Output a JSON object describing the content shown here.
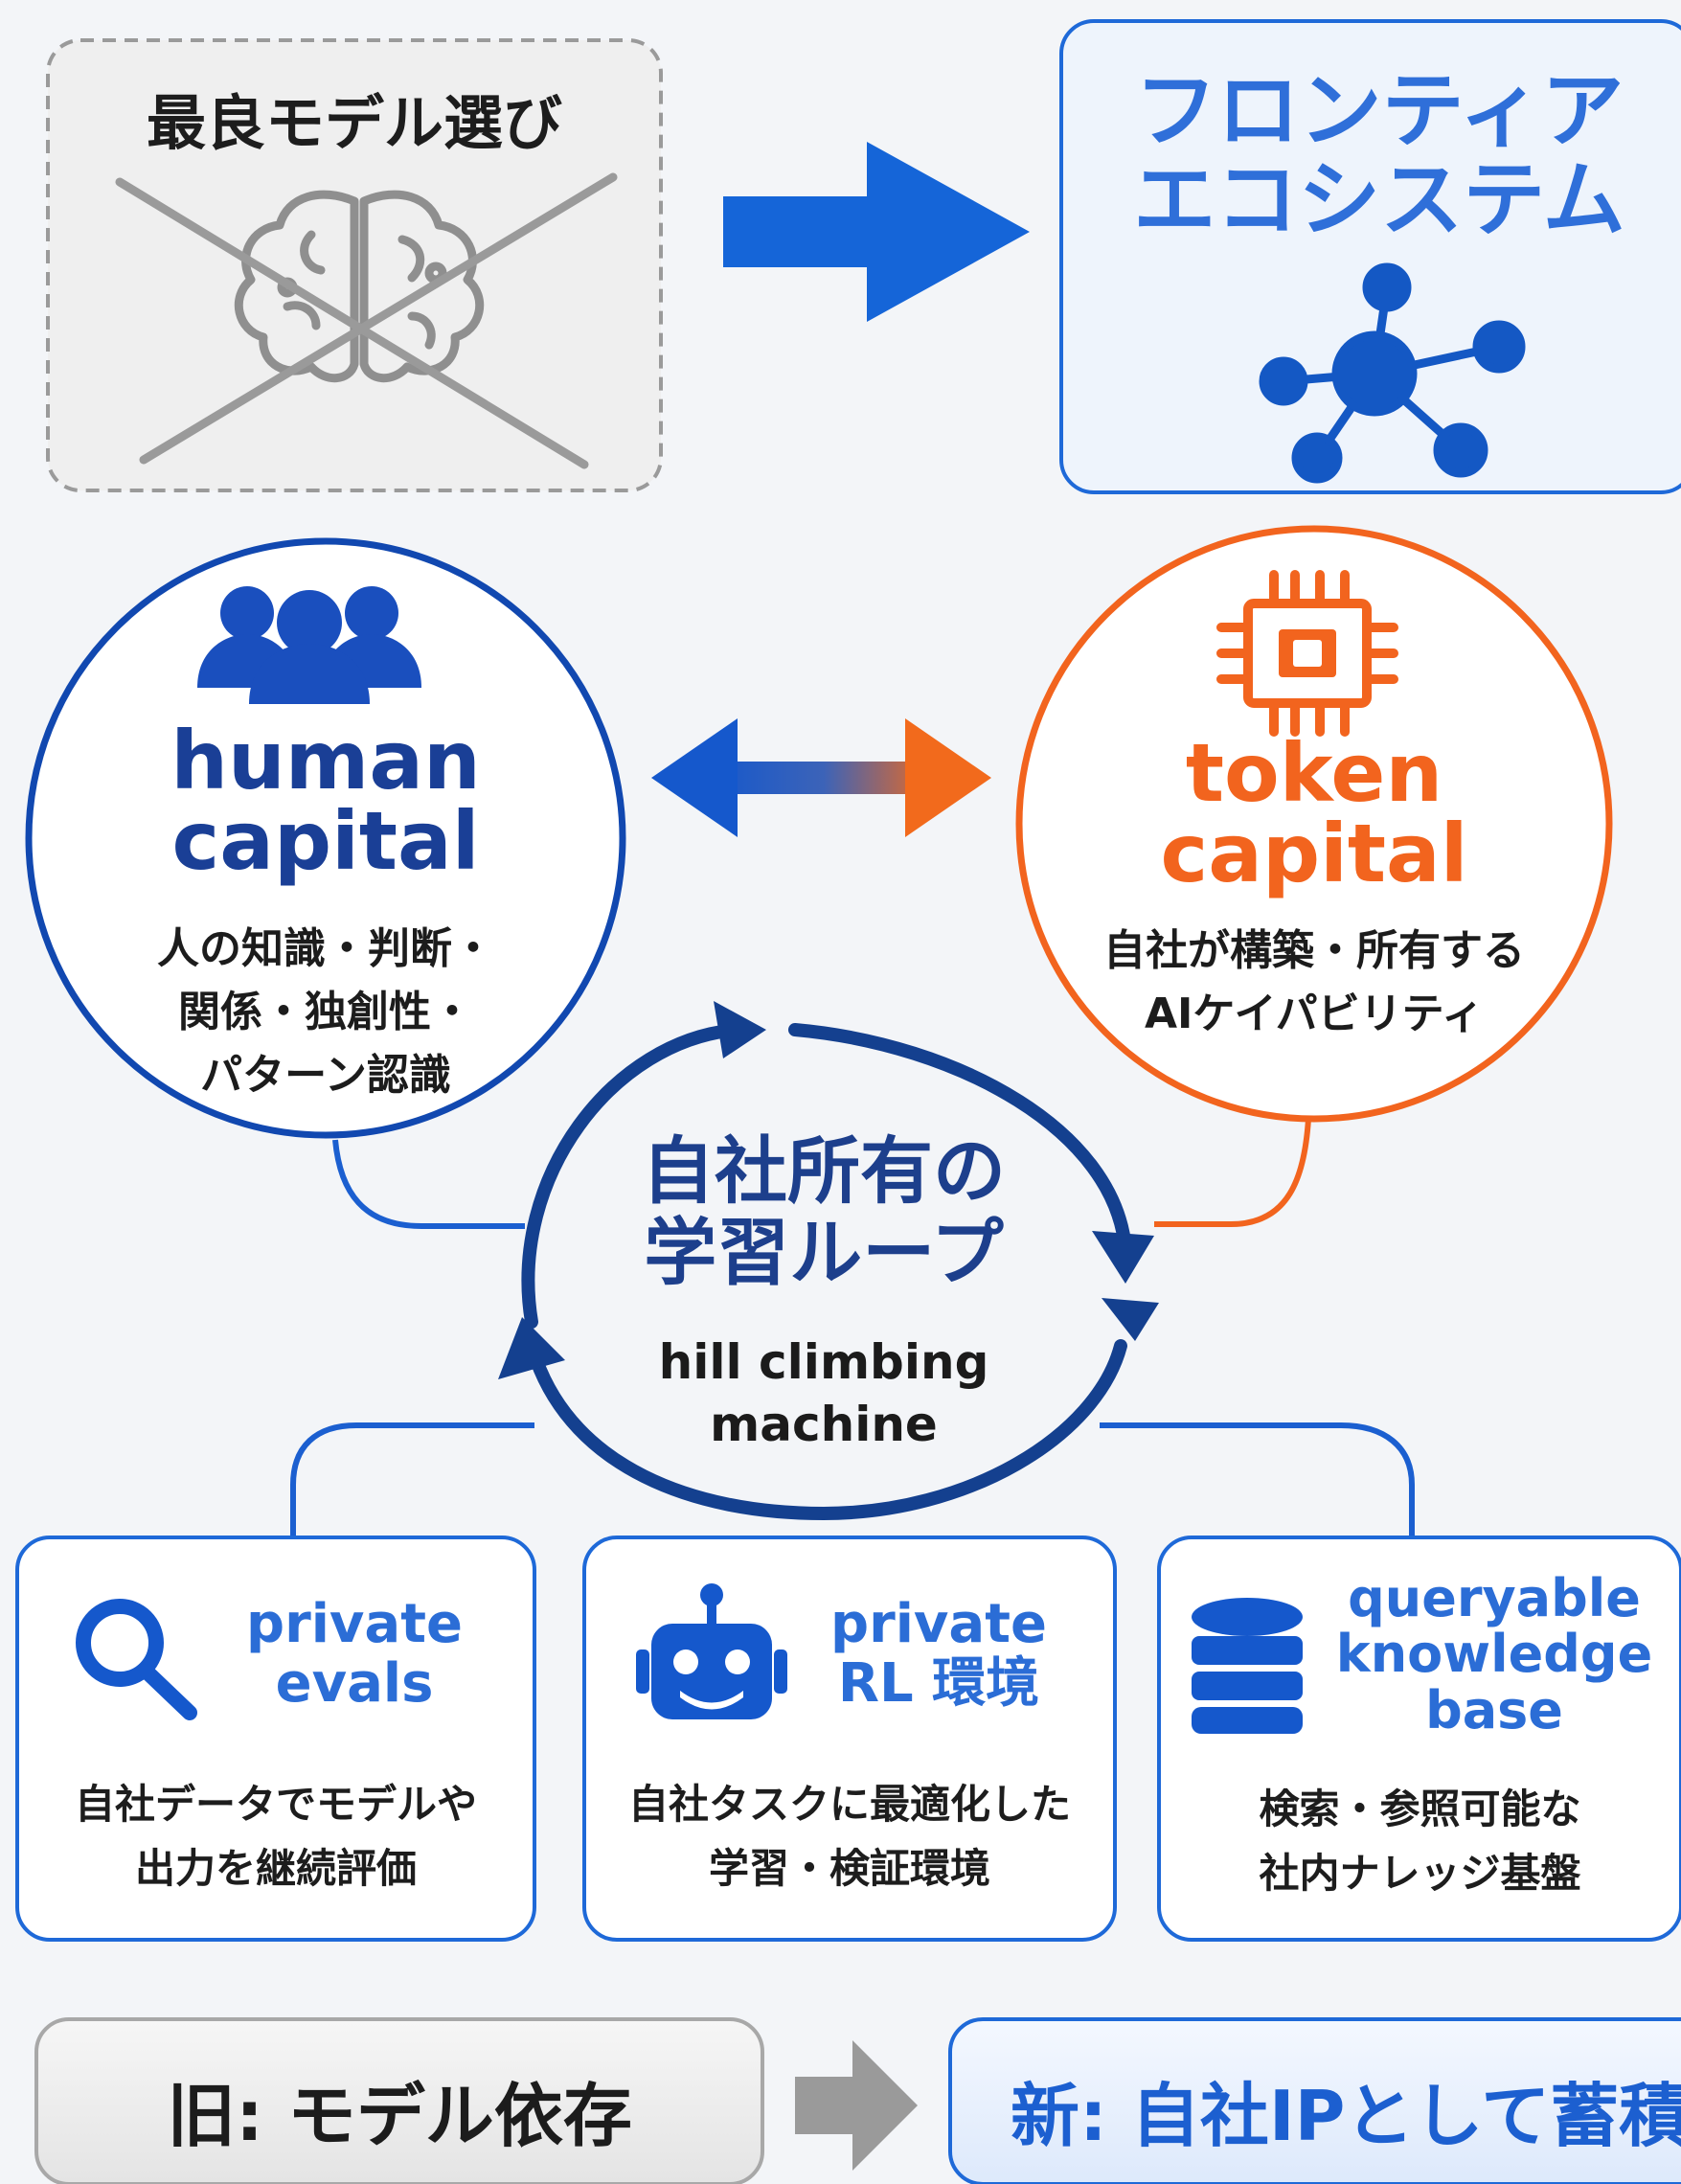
{
  "top": {
    "old_label": "最良モデル選び",
    "new_label_line1": "フロンティア",
    "new_label_line2": "エコシステム"
  },
  "human": {
    "title_line1": "human",
    "title_line2": "capital",
    "desc": [
      "人の知識・判断・",
      "関係・独創性・",
      "パターン認識"
    ]
  },
  "token": {
    "title_line1": "token",
    "title_line2": "capital",
    "desc": [
      "自社が構築・所有する",
      "AIケイパビリティ"
    ]
  },
  "loop": {
    "title_line1": "自社所有の",
    "title_line2": "学習ループ",
    "sub_line1": "hill climbing",
    "sub_line2": "machine"
  },
  "cards": [
    {
      "title": [
        "private",
        "evals"
      ],
      "desc": [
        "自社データでモデルや",
        "出力を継続評価"
      ]
    },
    {
      "title": [
        "private",
        "RL 環境"
      ],
      "desc": [
        "自社タスクに最適化した",
        "学習・検証環境"
      ]
    },
    {
      "title": [
        "queryable",
        "knowledge",
        "base"
      ],
      "desc": [
        "検索・参照可能な",
        "社内ナレッジ基盤"
      ]
    }
  ],
  "bottom": {
    "old": "旧: モデル依存",
    "new": "新: 自社IPとして蓄積"
  },
  "colors": {
    "blue": "#1565d8",
    "navy": "#143f8f",
    "orange": "#f2641e",
    "gray": "#9a9a9a"
  },
  "icons": [
    "brain-icon",
    "network-icon",
    "people-icon",
    "chip-icon",
    "search-icon",
    "robot-icon",
    "database-icon",
    "arrow-right-icon",
    "double-arrow-icon"
  ]
}
